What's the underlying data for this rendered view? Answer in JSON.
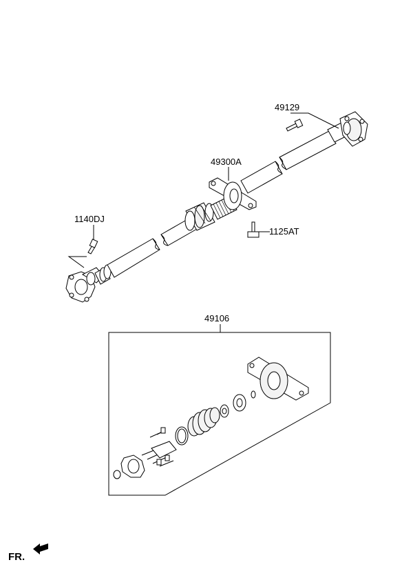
{
  "labels": {
    "p49129": "49129",
    "p49300A": "49300A",
    "p1140DJ": "1140DJ",
    "p1125AT": "1125AT",
    "p49106": "49106"
  },
  "direction": {
    "text": "FR."
  },
  "colors": {
    "line": "#000000",
    "background": "#ffffff"
  }
}
